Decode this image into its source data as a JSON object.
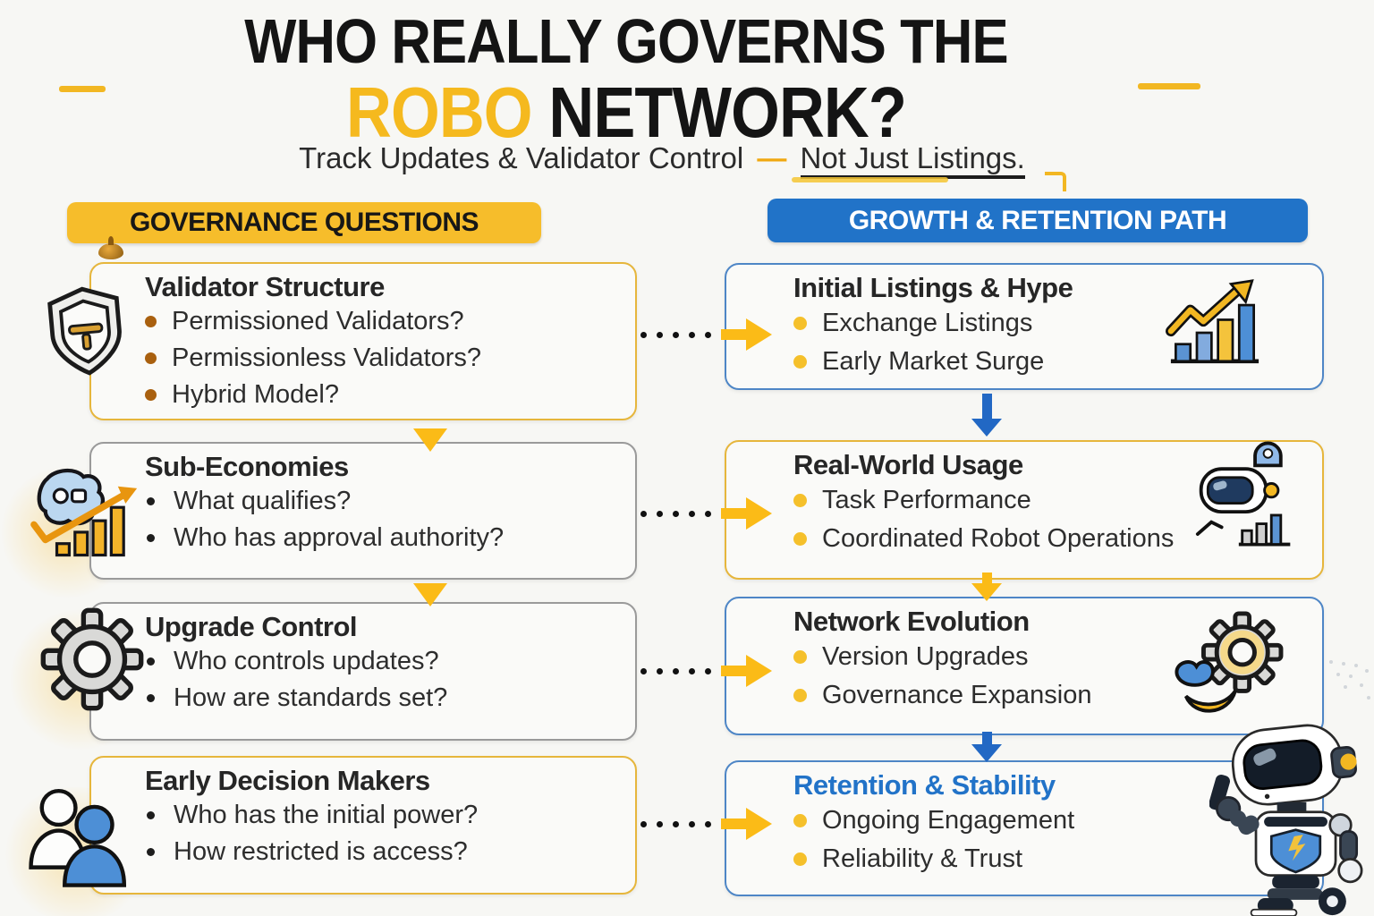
{
  "title": {
    "line1": "WHO REALLY GOVERNS THE",
    "highlight": "ROBO",
    "rest": " NETWORK?"
  },
  "subtitle": {
    "lead": "Track Updates & Validator Control",
    "dash": "—",
    "emphasis": "Not Just Listings."
  },
  "left_column": {
    "header": "GOVERNANCE QUESTIONS",
    "boxes": [
      {
        "title": "Validator Structure",
        "items": [
          "Permissioned Validators?",
          "Permissionless Validators?",
          "Hybrid Model?"
        ]
      },
      {
        "title": "Sub-Economies",
        "items": [
          "What qualifies?",
          "Who has approval authority?"
        ]
      },
      {
        "title": "Upgrade Control",
        "items": [
          "Who controls updates?",
          "How are standards set?"
        ]
      },
      {
        "title": "Early Decision Makers",
        "items": [
          "Who has the initial power?",
          "How restricted is access?"
        ]
      }
    ]
  },
  "right_column": {
    "header": "GROWTH & RETENTION PATH",
    "boxes": [
      {
        "title": "Initial Listings & Hype",
        "items": [
          "Exchange Listings",
          "Early Market Surge"
        ]
      },
      {
        "title": "Real-World Usage",
        "items": [
          "Task Performance",
          "Coordinated Robot Operations"
        ]
      },
      {
        "title": "Network Evolution",
        "items": [
          "Version Upgrades",
          "Governance Expansion"
        ]
      },
      {
        "title": "Retention & Stability",
        "items": [
          "Ongoing Engagement",
          "Reliability & Trust"
        ]
      }
    ]
  },
  "icons": [
    "shield-icon",
    "economy-growth-icon",
    "gear-icon",
    "users-icon",
    "chart-up-icon",
    "robot-head-icon",
    "gears-icon",
    "robot-mascot"
  ],
  "colors": {
    "accent_yellow": "#F6BD2B",
    "accent_blue": "#2173C8",
    "text_dark": "#1e1e1e",
    "bullet_brown": "#A9600F",
    "bullet_yellow": "#F5C02B"
  }
}
